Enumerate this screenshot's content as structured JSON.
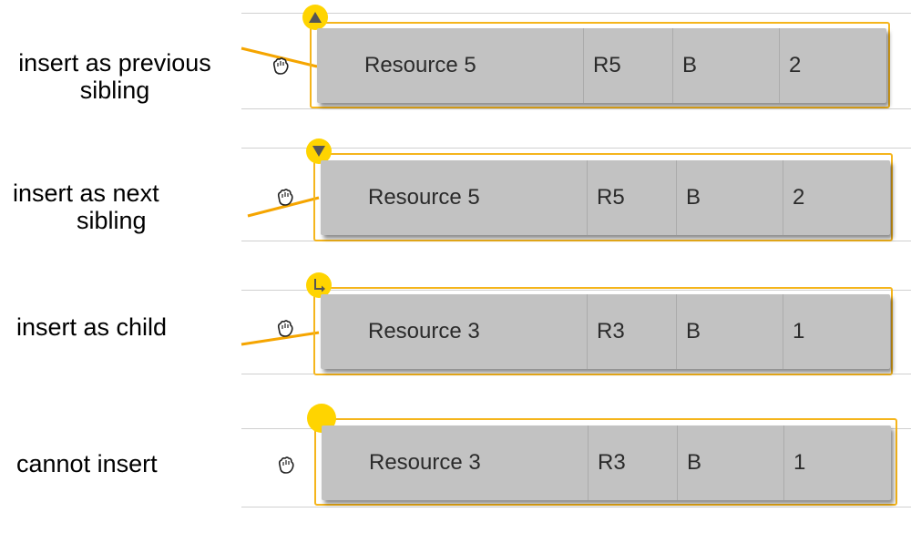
{
  "captions": {
    "prev_sibling_line1": "insert as previous",
    "prev_sibling_line2": "sibling",
    "next_sibling_line1": "insert as next",
    "next_sibling_line2": "sibling",
    "child": "insert as child",
    "cannot": "cannot insert"
  },
  "rows": [
    {
      "name": "Resource 5",
      "code": "R5",
      "group": "B",
      "level": "2",
      "indicator": "arrow-up-icon"
    },
    {
      "name": "Resource 5",
      "code": "R5",
      "group": "B",
      "level": "2",
      "indicator": "arrow-down-icon"
    },
    {
      "name": "Resource 3",
      "code": "R3",
      "group": "B",
      "level": "1",
      "indicator": "child-arrow-icon"
    },
    {
      "name": "Resource 3",
      "code": "R3",
      "group": "B",
      "level": "1",
      "indicator": "blocked-dot-icon"
    }
  ],
  "colors": {
    "highlight": "#f5b51c",
    "badge": "#ffd400",
    "row_bg": "#c2c2c2"
  }
}
